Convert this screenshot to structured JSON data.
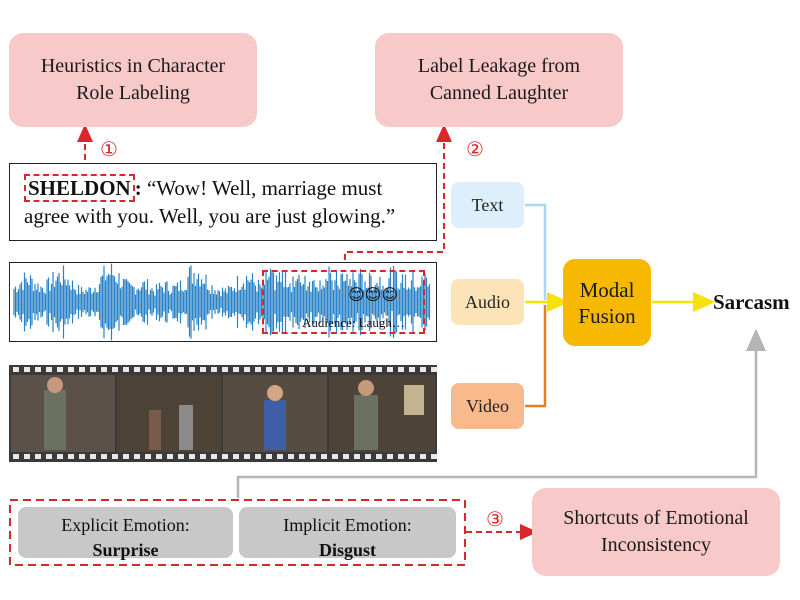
{
  "boxes": {
    "heuristics": "Heuristics in Character\nRole Labeling",
    "leakage": "Label Leakage from\nCanned Laughter",
    "shortcuts": "Shortcuts of Emotional\nInconsistency"
  },
  "markers": {
    "one": "①",
    "two": "②",
    "three": "③"
  },
  "utterance": {
    "speaker": "SHELDON",
    "colon": ":",
    "line1": " “Wow! Well, marriage must",
    "line2": "agree with you. Well, you are just glowing.”"
  },
  "audio": {
    "laugh_caption": "Audience: Laugh…",
    "emoji": "😊😊😊"
  },
  "modalities": {
    "text": "Text",
    "audio": "Audio",
    "video": "Video"
  },
  "fusion": "Modal\nFusion",
  "output": "Sarcasm",
  "emotions": {
    "explicit_label": "Explicit Emotion:",
    "explicit_value": "Surprise",
    "implicit_label": "Implicit Emotion:",
    "implicit_value": "Disgust"
  },
  "colors": {
    "pink": "#f8c9c9",
    "red_dashed": "#d8282e",
    "text_chip": "#ddeffa",
    "audio_chip": "#fde3b8",
    "video_chip": "#f8b98c",
    "fusion": "#f6b800",
    "arrow_yellow": "#f5e20a",
    "arrow_orange": "#e67e22",
    "arrow_gray": "#b5b5b5",
    "waveform": "#2a82c8"
  }
}
